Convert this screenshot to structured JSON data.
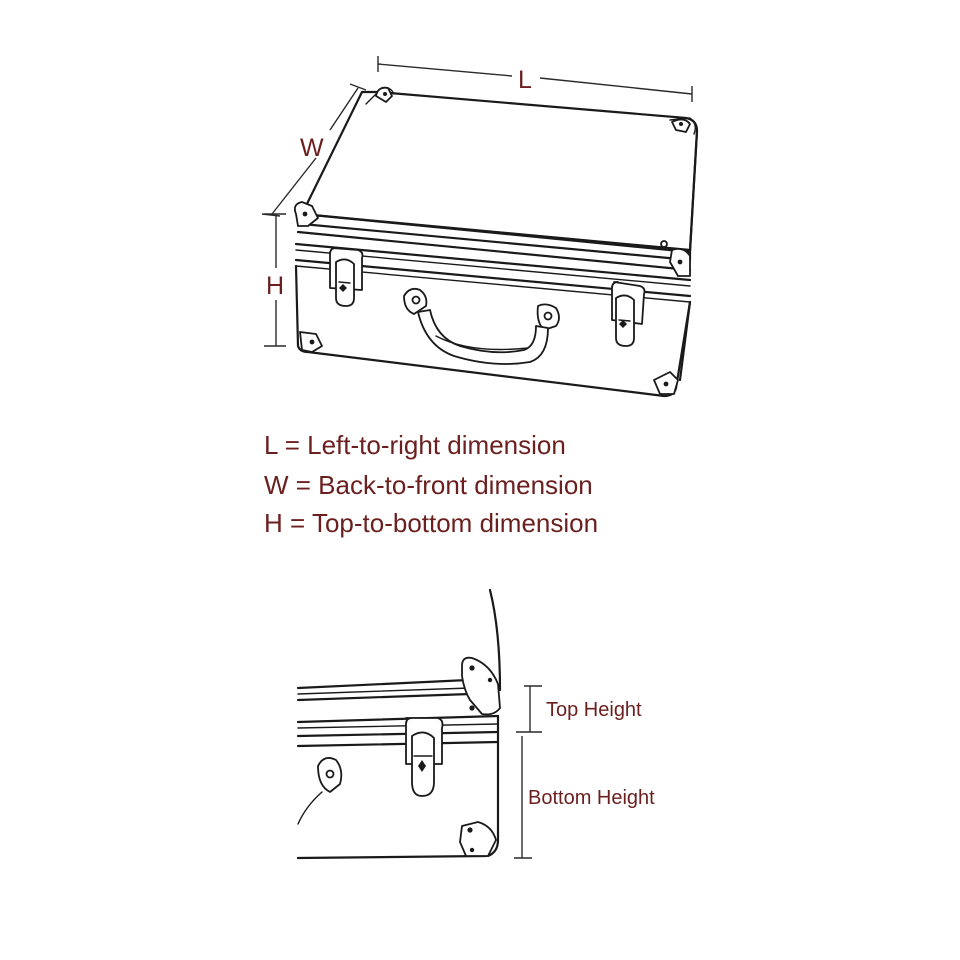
{
  "dimension_labels": {
    "length": "L",
    "width": "W",
    "height": "H"
  },
  "legend": {
    "line_l": "L = Left-to-right dimension",
    "line_w": "W = Back-to-front dimension",
    "line_h": "H = Top-to-bottom dimension"
  },
  "detail_labels": {
    "top_height": "Top Height",
    "bottom_height": "Bottom Height"
  },
  "colors": {
    "label_text": "#6b1f1f",
    "line_art": "#1a1a1a",
    "background": "#ffffff"
  }
}
